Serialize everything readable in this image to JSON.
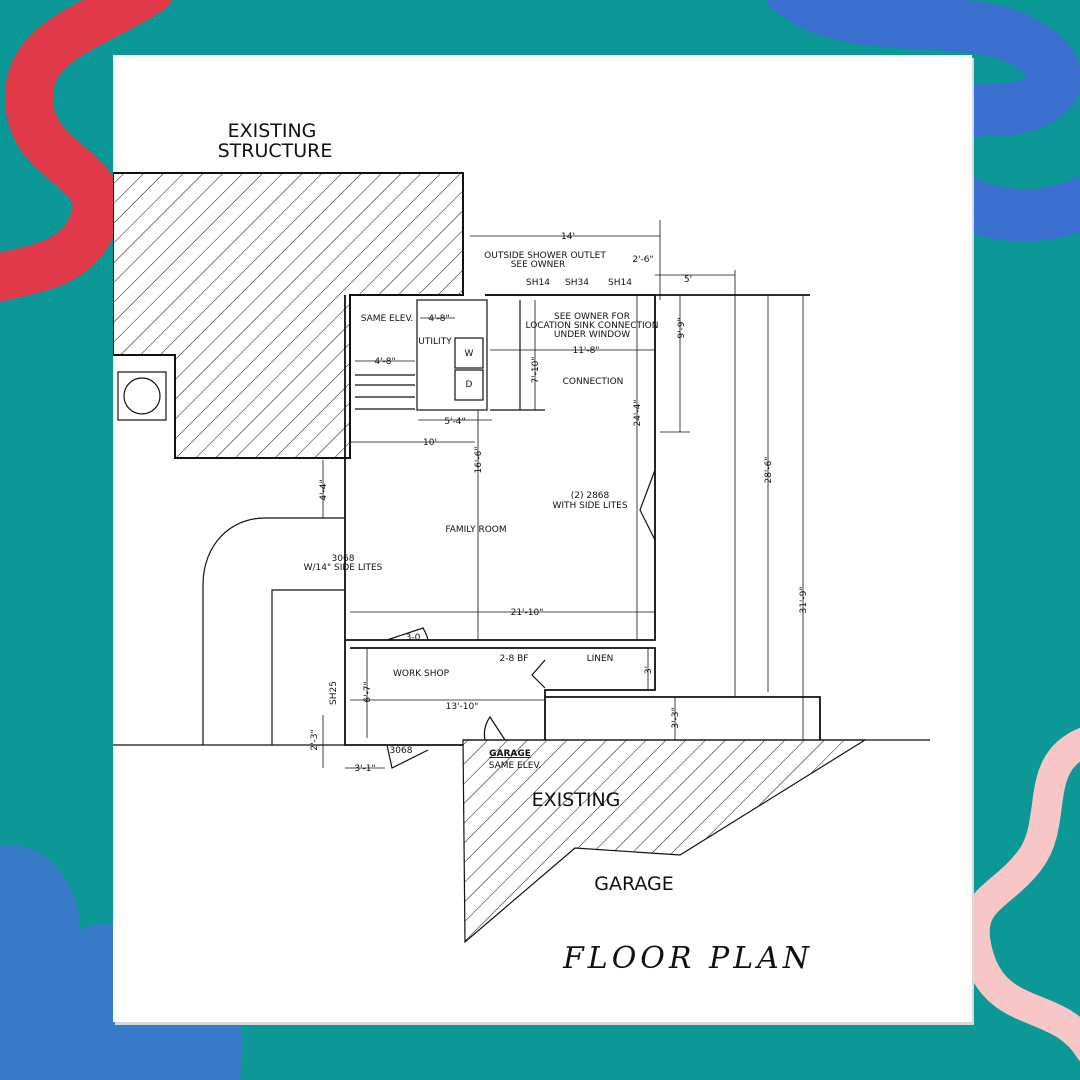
{
  "labels": {
    "existing_structure_1": "EXISTING",
    "existing_structure_2": "STRUCTURE",
    "existing_garage_1": "EXISTING",
    "existing_garage_2": "GARAGE",
    "title": "FLOOR PLAN",
    "shower_1": "OUTSIDE SHOWER OUTLET",
    "shower_2": "SEE OWNER",
    "sink_1": "SEE OWNER FOR",
    "sink_2": "LOCATION SINK CONNECTION",
    "sink_3": "UNDER WINDOW",
    "connection": "CONNECTION",
    "same_elev": "SAME ELEV.",
    "utility": "UTILITY",
    "washer": "W",
    "dryer": "D",
    "family_room": "FAMILY ROOM",
    "doors_1": "(2) 2868",
    "doors_2": "WITH SIDE LITES",
    "front_door_1": "3068",
    "front_door_2": "W/14\" SIDE LITES",
    "door_30": "3-0",
    "door_28bf": "2-8 BF",
    "linen": "LINEN",
    "work_shop": "WORK SHOP",
    "door_3068": "3068",
    "garage": "GARAGE",
    "garage_same_elev": "SAME ELEV.",
    "sh14a": "SH14",
    "sh34": "SH34",
    "sh14b": "SH14",
    "sh25": "SH25"
  },
  "dimensions": {
    "d14": "14'",
    "d2_6": "2'-6\"",
    "d5": "5'",
    "d4_8a": "4'-8\"",
    "d4_8b": "4'-8\"",
    "d11_8": "11'-8\"",
    "d7_10": "7'-10\"",
    "d9_9": "9'-9\"",
    "d24_4": "24'-4\"",
    "d28_6": "28'-6\"",
    "d31_9": "31'-9\"",
    "d5_4": "5'-4\"",
    "d10": "10'",
    "d16_6": "16'-6\"",
    "d4_4": "4'-4\"",
    "d21_10": "21'-10\"",
    "d3": "3'",
    "d6_7": "6'-7\"",
    "d13_10": "13'-10\"",
    "d3_3": "3'-3\"",
    "d2_3": "2'-3\"",
    "d3_1": "3'-1\""
  },
  "colors": {
    "background": "#0b9896",
    "paper": "#ffffff"
  }
}
